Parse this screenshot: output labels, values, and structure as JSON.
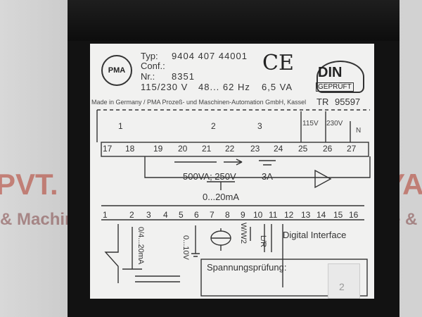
{
  "background": {
    "left_text": "PVT. LT",
    "left_text2": "& Machin",
    "right_text": "YA",
    "right_text2": "e &"
  },
  "plate": {
    "logo": "PMA",
    "typ_label": "Typ:",
    "typ_value": "9404 407 44001",
    "conf_label": "Conf.:",
    "nr_label": "Nr.:",
    "nr_value": "8351",
    "voltage": "115/230 V",
    "frequency": "48... 62 Hz",
    "power": "6,5 VA",
    "ce_mark": "CE",
    "din_label": "DIN",
    "geprueft_label": "GEPRÜFT",
    "tr_label": "TR",
    "tr_value": "95597",
    "maker_line": "Made in Germany / PMA Prozeß- und Maschinen-Automation GmbH, Kassel",
    "relay_rating": "500VA; 250V",
    "relay_current": "3A",
    "ma_output": "0...20mA",
    "input_1": "0/4...20mA",
    "input_2": "0...10V",
    "w_w2": "W/W2",
    "l_r": "L/R",
    "digital_interface": "Digital Interface",
    "spannung_label": "Spannungsprüfung:",
    "v115": "115V",
    "v230": "230V",
    "n_label": "N",
    "stamp_text": "2"
  },
  "terminals_top": [
    "17",
    "18",
    "19",
    "20",
    "21",
    "22",
    "23",
    "24",
    "25",
    "26",
    "27"
  ],
  "terminals_bottom": [
    "1",
    "2",
    "3",
    "4",
    "5",
    "6",
    "7",
    "8",
    "9",
    "10",
    "11",
    "12",
    "13",
    "14",
    "15",
    "16"
  ],
  "relay_numbers": [
    "1",
    "2",
    "3"
  ]
}
